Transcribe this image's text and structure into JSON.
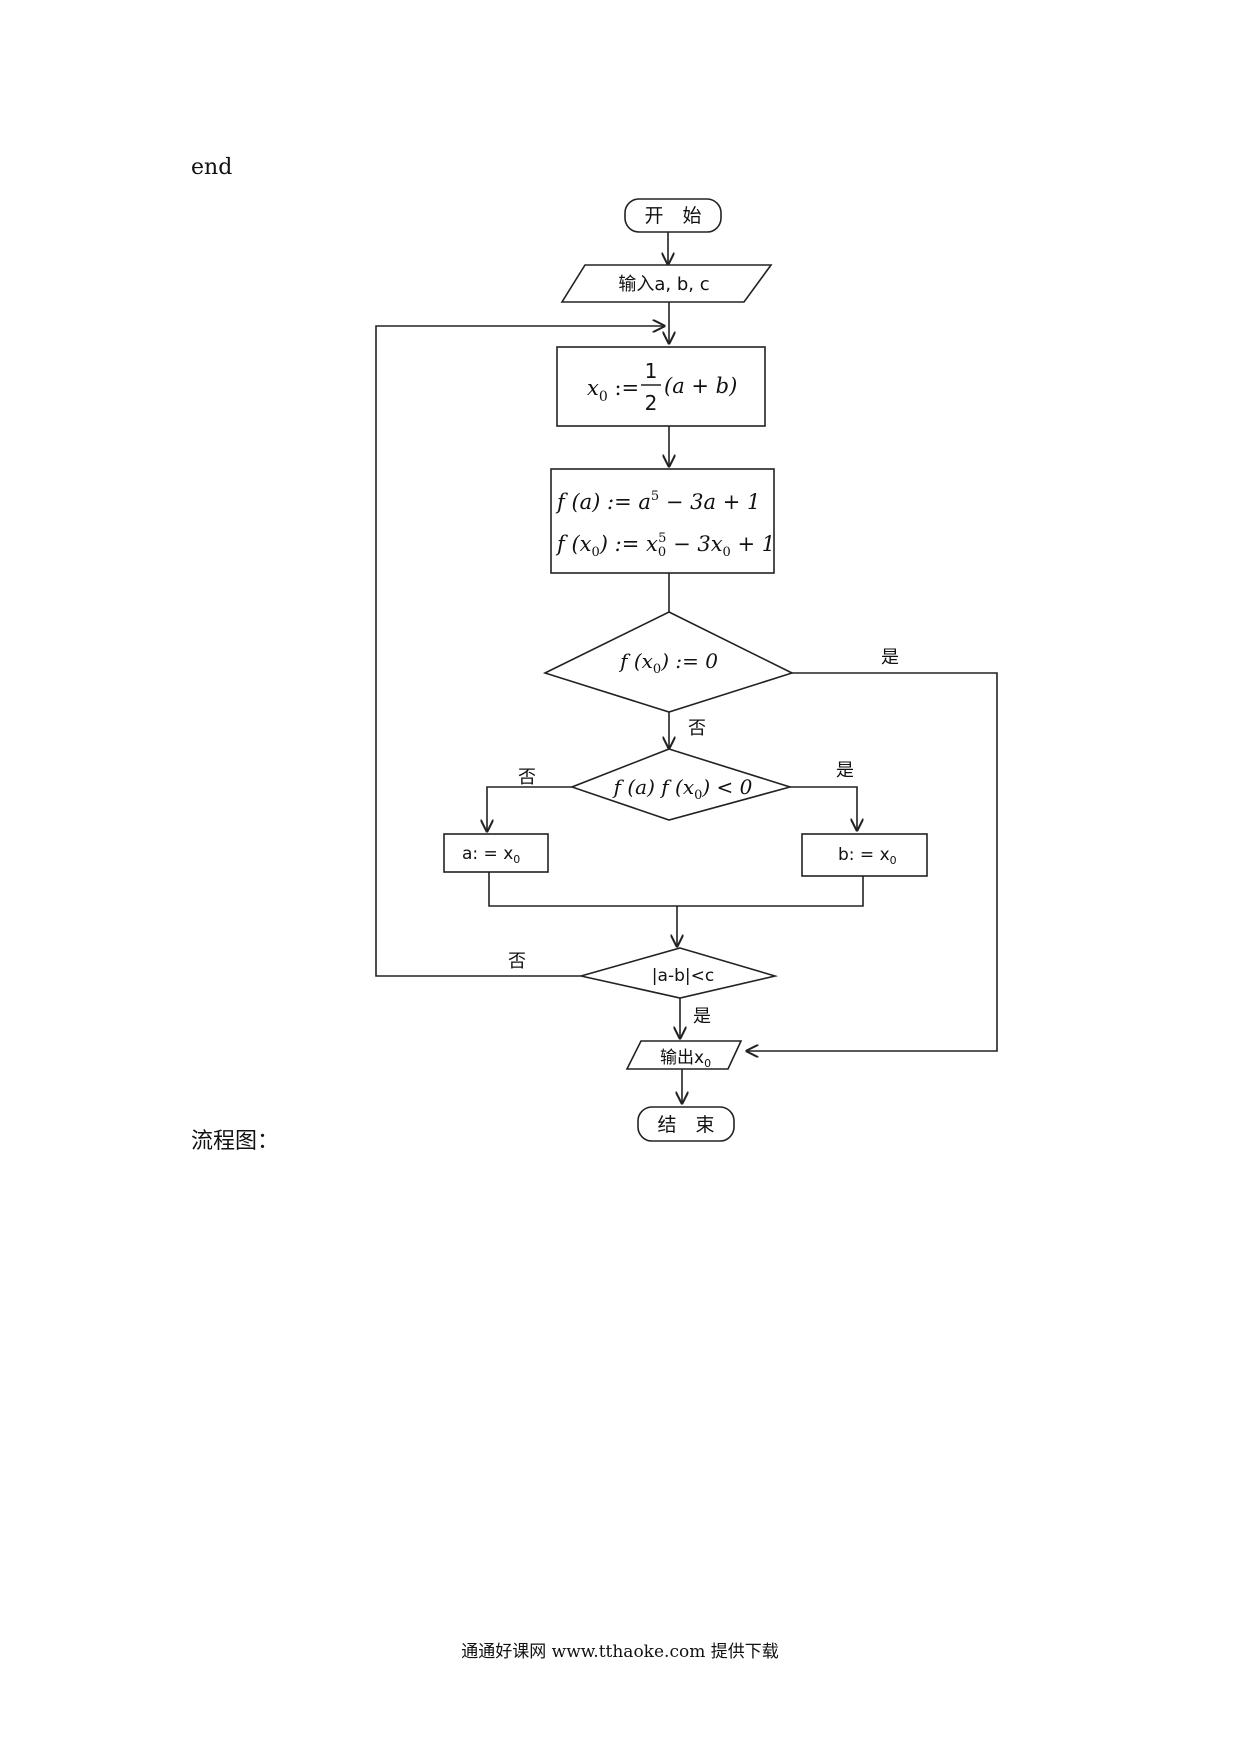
{
  "document": {
    "top_text": "end",
    "caption": "流程图：",
    "footer": "通通好课网  www.tthaoke.com  提供下载"
  },
  "flowchart": {
    "start": "开　始",
    "input": "输入a, b, c",
    "step_midpoint": {
      "lhs": "x",
      "lhs_sub": "0",
      "assign": " := ",
      "numerator": "1",
      "denominator": "2",
      "rhs": "(a + b)"
    },
    "step_eval": {
      "line1": {
        "text1": "f (a) := a",
        "sup": "5",
        "text2": " − 3a + 1"
      },
      "line2": {
        "t1": "f (x",
        "sub1": "0",
        "t2": ") := x",
        "sub2": "0",
        "sup": "5",
        "t3": " − 3x",
        "sub3": "0",
        "t4": " + 1"
      }
    },
    "decision_zero": {
      "t1": "f (x",
      "sub": "0",
      "t2": ") := 0"
    },
    "decision_sign": {
      "t1": "f (a) f (x",
      "sub": "0",
      "t2": ") < 0"
    },
    "assign_a": {
      "text": "a: = x",
      "sub": "0"
    },
    "assign_b": {
      "text": "b: = x",
      "sub": "0"
    },
    "decision_tolerance": "|a-b|<c",
    "output": {
      "text": "输出x",
      "sub": "0"
    },
    "end": "结　束",
    "labels": {
      "zero_yes": "是",
      "zero_no": "否",
      "sign_no": "否",
      "sign_yes": "是",
      "tolerance_no": "否",
      "tolerance_yes": "是"
    }
  }
}
